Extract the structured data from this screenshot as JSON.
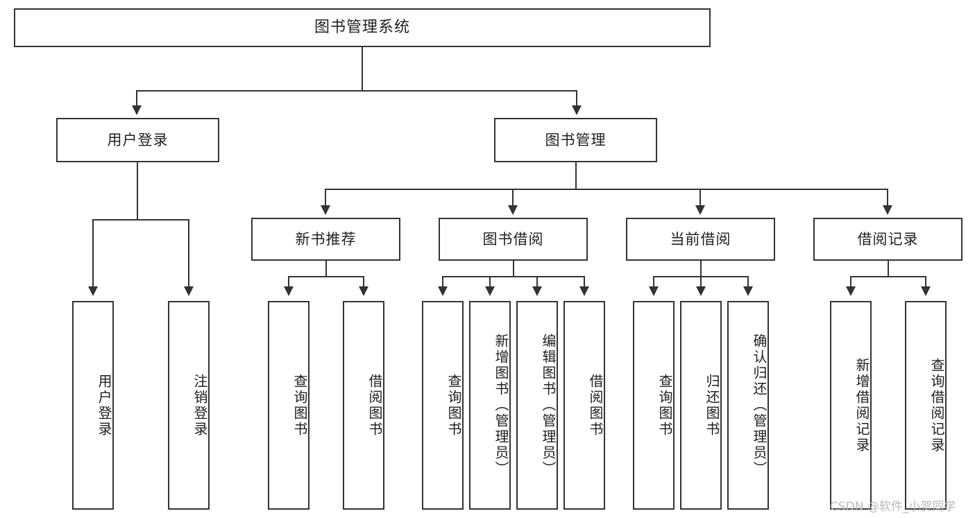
{
  "diagram": {
    "title": "图书管理系统",
    "type": "tree-hierarchy-diagram",
    "colors": {
      "stroke": "#333333",
      "text": "#1f1f1f",
      "background": "#ffffff",
      "watermark": "#b9b9b9"
    },
    "root": {
      "label": "图书管理系统"
    },
    "level2": [
      {
        "label": "用户登录"
      },
      {
        "label": "图书管理"
      }
    ],
    "level3": [
      {
        "label": "新书推荐"
      },
      {
        "label": "图书借阅"
      },
      {
        "label": "当前借阅"
      },
      {
        "label": "借阅记录"
      }
    ],
    "leaves": {
      "user_login": [
        {
          "label": "用户登录"
        },
        {
          "label": "注销登录"
        }
      ],
      "new_book_recommend": [
        {
          "label": "查询图书"
        },
        {
          "label": "借阅图书"
        }
      ],
      "book_borrow": [
        {
          "label": "查询图书"
        },
        {
          "label": "新增图书（管理员）"
        },
        {
          "label": "编辑图书（管理员）"
        },
        {
          "label": "借阅图书"
        }
      ],
      "current_borrow": [
        {
          "label": "查询图书"
        },
        {
          "label": "归还图书"
        },
        {
          "label": "确认归还（管理员）"
        }
      ],
      "borrow_record": [
        {
          "label": "新增借阅记录"
        },
        {
          "label": "查询借阅记录"
        }
      ]
    }
  },
  "watermark": {
    "text": "CSDN @软件_小贺同学"
  }
}
